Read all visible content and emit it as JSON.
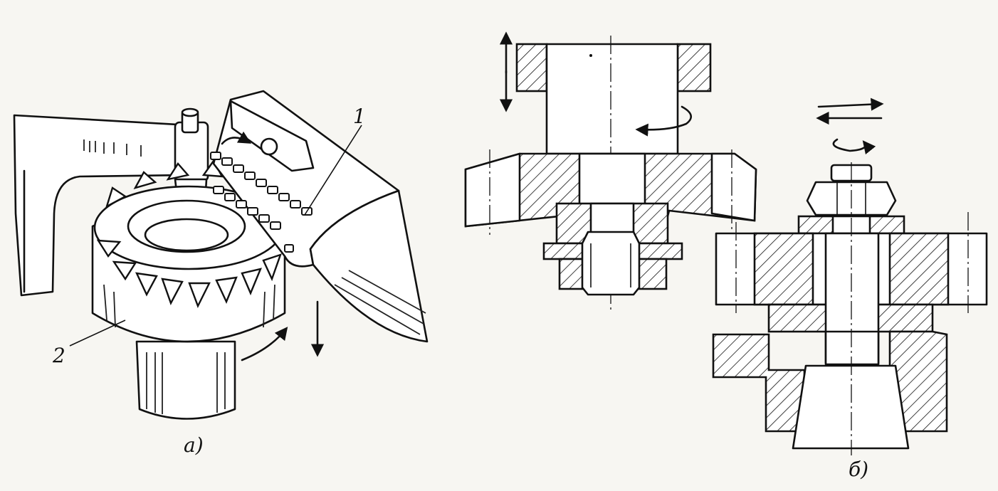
{
  "figure": {
    "panels": [
      {
        "id": "a",
        "caption": "a)"
      },
      {
        "id": "b",
        "caption": "б)"
      }
    ],
    "callouts": [
      {
        "number": "1"
      },
      {
        "number": "2"
      }
    ]
  },
  "colors": {
    "ink": "#111111",
    "paper": "#f7f6f2"
  },
  "icons": [
    "vertical-double-arrow-icon",
    "rotation-arrow-icon",
    "horizontal-double-arrow-icon",
    "down-arrow-icon"
  ]
}
